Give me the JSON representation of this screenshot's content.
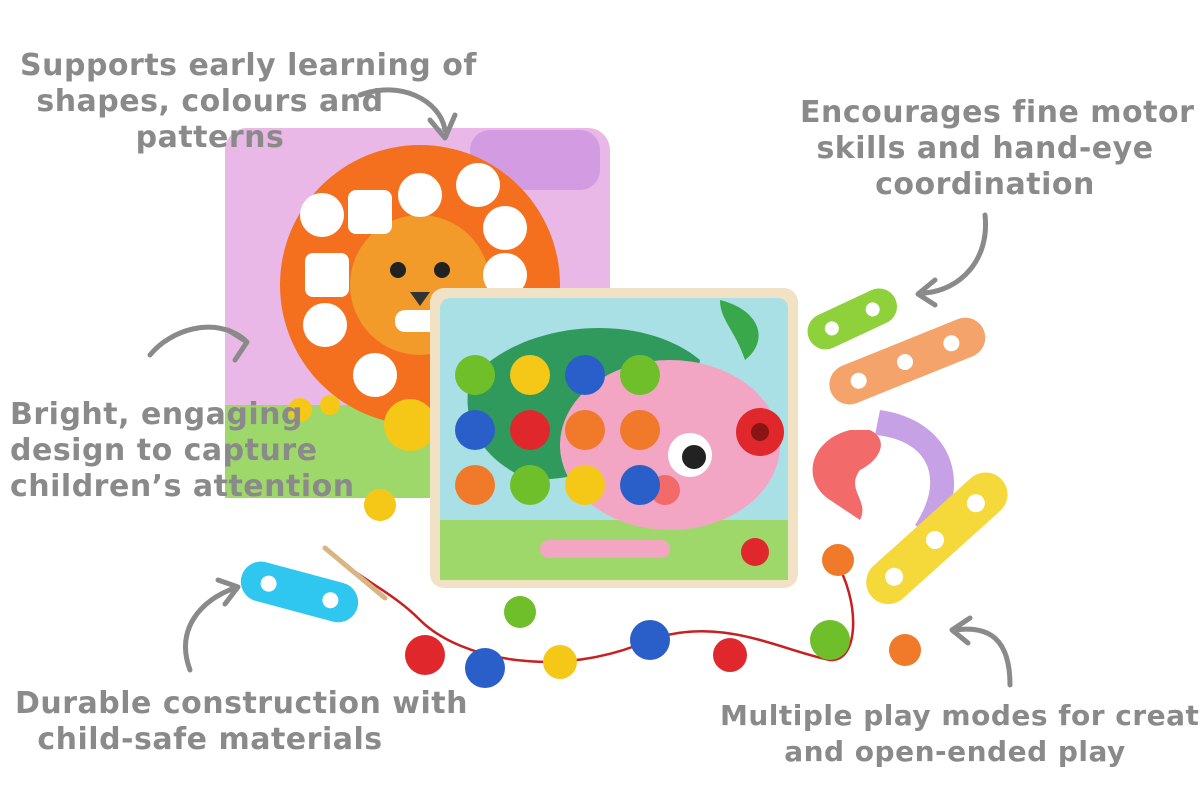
{
  "callouts": {
    "shapes": [
      "Supports early learning of",
      "shapes, colours and",
      "patterns"
    ],
    "motor": [
      "Encourages fine motor",
      "skills and hand-eye",
      "coordination"
    ],
    "design": [
      "Bright, engaging",
      "design to capture",
      "children’s attention"
    ],
    "durable": [
      "Durable construction with",
      "child-safe materials"
    ],
    "play": [
      "Multiple play modes for creative",
      "and open-ended play"
    ]
  },
  "colors": {
    "text_gray": "#8a8a8a",
    "peg_green": "#6fbf2a",
    "peg_yellow": "#f5c817",
    "peg_blue": "#2a5fc9",
    "peg_red": "#e0282c",
    "peg_orange": "#f07a2a",
    "board_lion_bg": "#e9b8e6",
    "board_hedgehog_bg": "#a9e0e6"
  }
}
